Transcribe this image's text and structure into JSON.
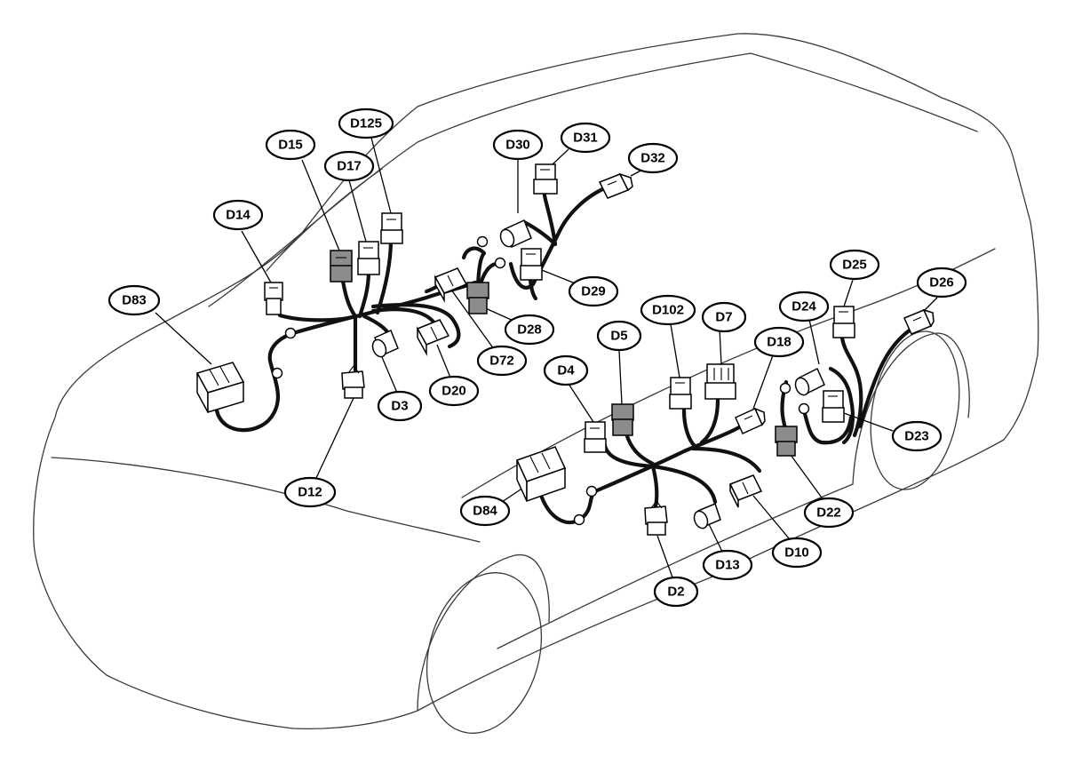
{
  "labels": {
    "D83": "D83",
    "D14": "D14",
    "D15": "D15",
    "D17": "D17",
    "D125": "D125",
    "D12": "D12",
    "D3": "D3",
    "D20": "D20",
    "D72": "D72",
    "D28": "D28",
    "D29": "D29",
    "D30": "D30",
    "D31": "D31",
    "D32": "D32",
    "D84": "D84",
    "D4": "D4",
    "D5": "D5",
    "D102": "D102",
    "D7": "D7",
    "D18": "D18",
    "D2": "D2",
    "D13": "D13",
    "D10": "D10",
    "D22": "D22",
    "D23": "D23",
    "D24": "D24",
    "D25": "D25",
    "D26": "D26"
  },
  "colors": {
    "outline": "#3a3a3a",
    "harness": "#111111",
    "connector_grey": "#8c8c8c",
    "connector_white": "#ffffff"
  },
  "grey_connectors": [
    "D15",
    "D28",
    "D5",
    "D22"
  ]
}
